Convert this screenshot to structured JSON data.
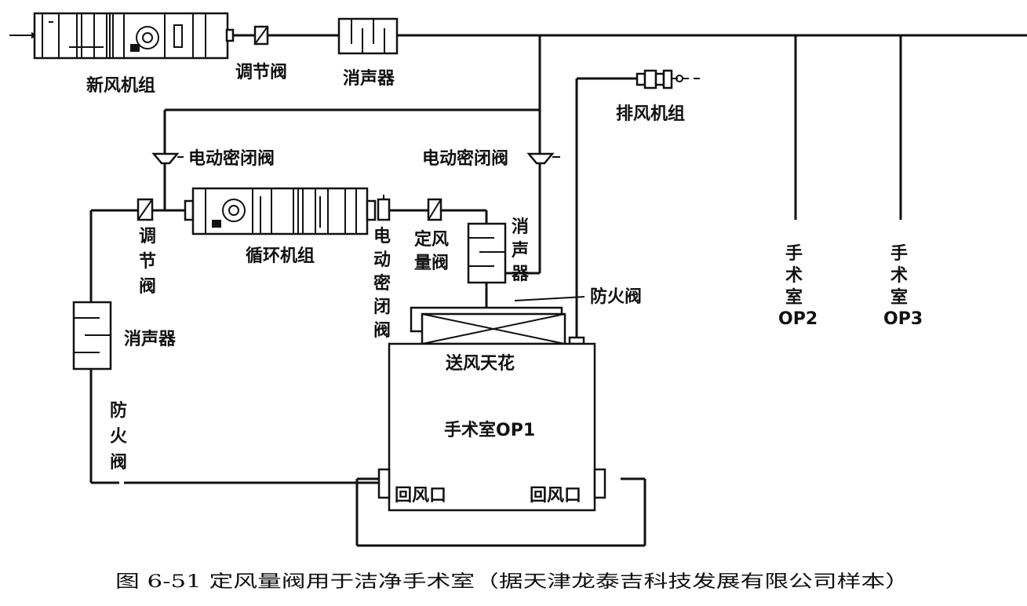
{
  "labels": {
    "fresh_air_unit": "新风机组",
    "regulating_valve_top": "调节阀",
    "silencer_top": "消声器",
    "exhaust_unit": "排风机组",
    "electric_damper_left": "电动密闭阀",
    "electric_damper_right": "电动密闭阀",
    "regulating_valve_vertical": [
      "调",
      "节",
      "阀"
    ],
    "circulation_unit": "循环机组",
    "electric_damper_vertical": [
      "电",
      "动",
      "密",
      "闭",
      "阀"
    ],
    "cav_valve_vertical": [
      "定风",
      "量阀"
    ],
    "silencer_right_vertical": [
      "消",
      "声",
      "器"
    ],
    "fire_damper_right": "防火阀",
    "silencer_left": "消声器",
    "fire_damper_left_vertical": [
      "防",
      "火",
      "阀"
    ],
    "supply_ceiling": "送风天花",
    "or_room_1": "手术室OP1",
    "return_grille_left": "回风口",
    "return_grille_right": "回风口",
    "or_room_2": [
      "手",
      "术",
      "室",
      "OP2"
    ],
    "or_room_3": [
      "手",
      "术",
      "室",
      "OP3"
    ]
  },
  "caption": "图 6-51   定风量阀用于洁净手术室（据天津龙泰吉科技发展有限公司样本）",
  "colors": {
    "line": "#111111",
    "background": "#ffffff"
  }
}
